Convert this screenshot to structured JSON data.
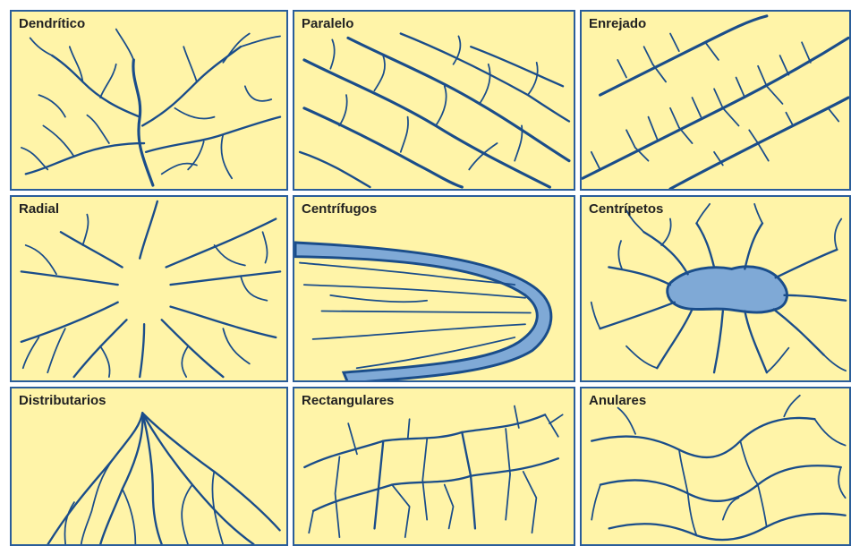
{
  "panels": [
    {
      "title": "Dendrítico"
    },
    {
      "title": "Paralelo"
    },
    {
      "title": "Enrejado"
    },
    {
      "title": "Radial"
    },
    {
      "title": "Centrífugos"
    },
    {
      "title": "Centrípetos"
    },
    {
      "title": "Distributarios"
    },
    {
      "title": "Rectangulares"
    },
    {
      "title": "Anulares"
    }
  ],
  "colors": {
    "background": "#fff4a8",
    "stream": "#1a4d8a",
    "water": "#7fa9d6",
    "border": "#2a5d9a"
  }
}
